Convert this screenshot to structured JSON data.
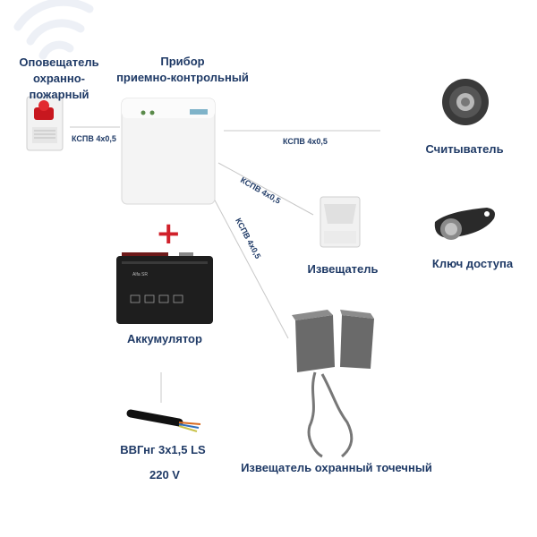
{
  "labels": {
    "siren": [
      "Оповещатель",
      "охранно-пожарный"
    ],
    "panel": [
      "Прибор",
      "приемно-контрольный"
    ],
    "reader": "Считыватель",
    "pir": "Извещатель",
    "key": "Ключ доступа",
    "battery": "Аккумулятор",
    "power_cable": "ВВГнг 3х1,5 LS",
    "voltage": "220 V",
    "magnetic": "Извещатель охранный точечный"
  },
  "cables": {
    "siren_link": "КСПВ 4х0,5",
    "reader_link": "КСПВ 4х0,5",
    "pir_link": "КСПВ 4х0,5",
    "magnetic_link": "КСПВ 4х0,5"
  },
  "battery_text": "Alfa SR",
  "plus_sign": "+",
  "colors": {
    "label": "#1f3a66",
    "plus": "#d0202a",
    "line": "#c8c8c8"
  }
}
